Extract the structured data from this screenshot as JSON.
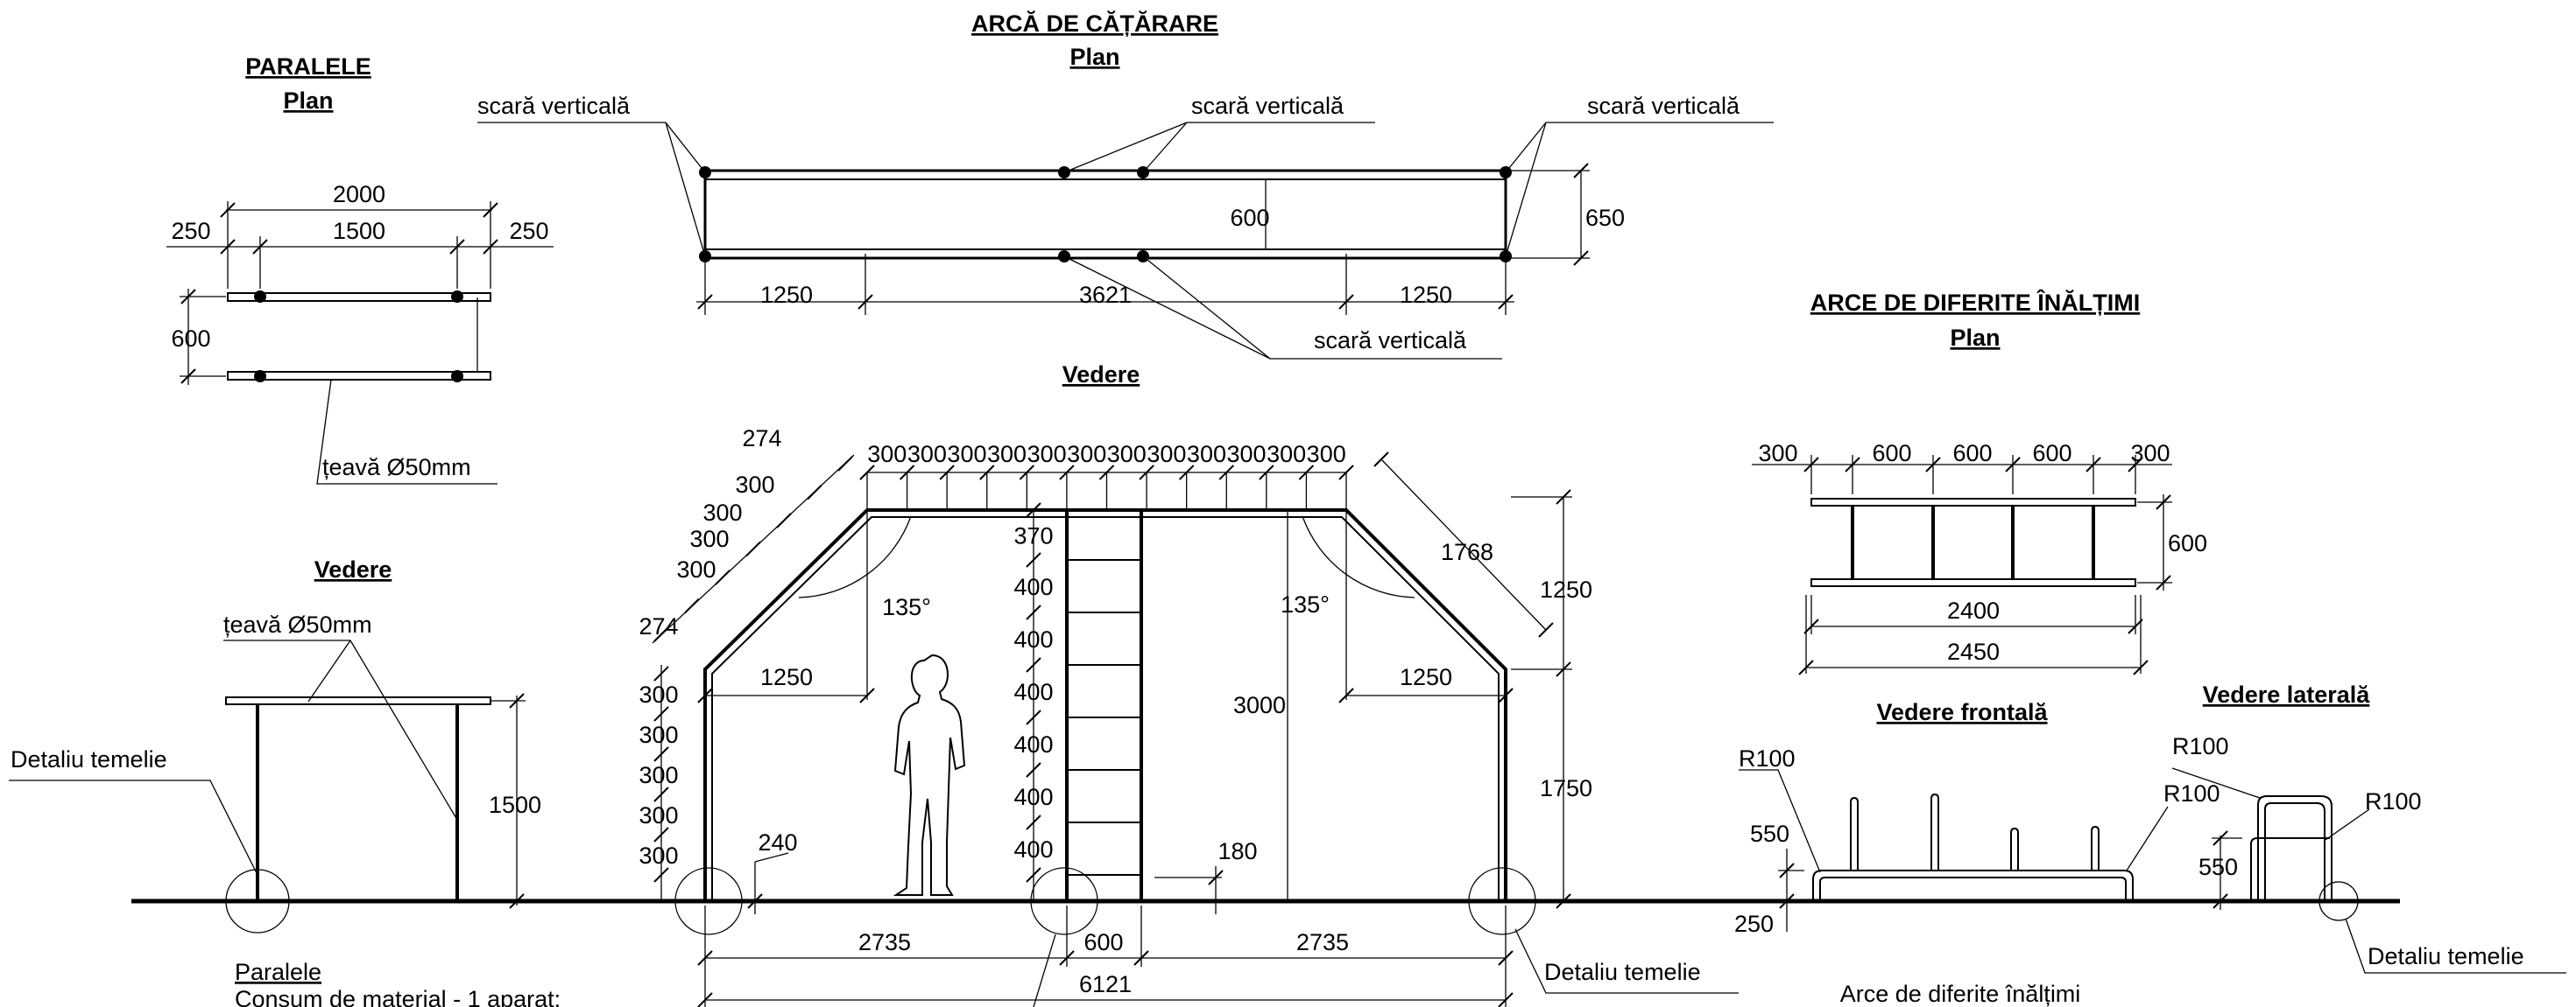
{
  "paralele": {
    "title": "PARALELE",
    "plan": "Plan",
    "dim_total": "2000",
    "dim_left": "250",
    "dim_mid": "1500",
    "dim_right": "250",
    "dim_width": "600",
    "pipe_label": "țeavă Ø50mm",
    "vedere": "Vedere",
    "pipe_label2": "țeavă Ø50mm",
    "detaliu": "Detaliu temelie",
    "height": "1500",
    "caption": "Paralele",
    "material": "Consum de material - 1 aparat:"
  },
  "arca": {
    "title": "ARCĂ DE CĂȚĂRARE",
    "plan": "Plan",
    "scara": "scară verticală",
    "dim_600": "600",
    "dim_650": "650",
    "dim_1250_left": "1250",
    "dim_3621": "3621",
    "dim_1250_right": "1250",
    "vedere": "Vedere",
    "top_dims": [
      "300",
      "300",
      "300",
      "300",
      "300",
      "300",
      "300",
      "300",
      "300",
      "300",
      "300",
      "300"
    ],
    "slope_dims": [
      "274",
      "300",
      "300",
      "300",
      "300",
      "274"
    ],
    "angle": "135°",
    "dim_1250_in_left": "1250",
    "dim_1250_in_right": "1250",
    "ladder_dims": [
      "370",
      "400",
      "400",
      "400",
      "400",
      "400",
      "400"
    ],
    "left_leg_dims": [
      "300",
      "300",
      "300",
      "300",
      "300"
    ],
    "dim_240": "240",
    "dim_180": "180",
    "dim_3000": "3000",
    "dim_1768": "1768",
    "dim_1250_h": "1250",
    "dim_1750": "1750",
    "dim_2735_left": "2735",
    "dim_600_base": "600",
    "dim_2735_right": "2735",
    "dim_6121": "6121",
    "detaliu": "Detaliu temelie"
  },
  "arce": {
    "title": "ARCE DE DIFERITE ÎNĂLȚIMI",
    "plan": "Plan",
    "top_dims": [
      "300",
      "600",
      "600",
      "600",
      "300"
    ],
    "dim_600": "600",
    "dim_2400": "2400",
    "dim_2450": "2450",
    "frontala": "Vedere frontală",
    "laterala": "Vedere laterală",
    "r100": "R100",
    "dim_550": "550",
    "dim_250": "250",
    "detaliu": "Detaliu temelie",
    "caption": "Arce de diferite înălțimi"
  }
}
